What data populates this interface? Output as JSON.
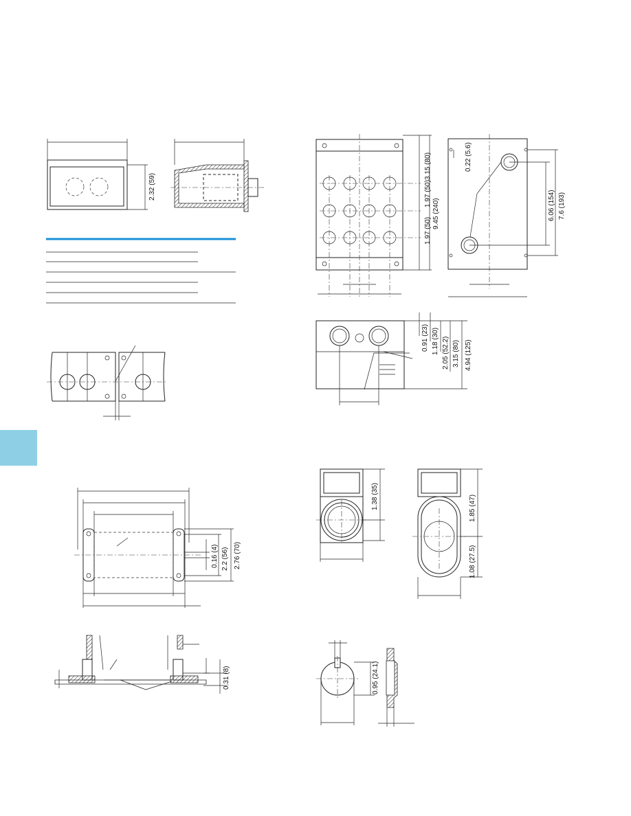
{
  "colors": {
    "rule": "#1a8fd6",
    "tab": "#8fcfe6",
    "ink": "#222222"
  },
  "figure_top_left": {
    "height_dim": "2.32 (59)"
  },
  "figure_enclosure_front": {
    "dims": [
      "3.15 (80)",
      "1.97 (50)",
      "1.97 (50)",
      "9.45 (240)"
    ]
  },
  "figure_enclosure_rear": {
    "dims": [
      "0.22 (5.6)",
      "6.06 (154)",
      "7.6 (193)"
    ]
  },
  "figure_enclosure_side": {
    "dims": [
      "0.91 (23)",
      "1.18 (30)",
      "2.05 (52.2)",
      "3.15 (80)",
      "4.94 (125)"
    ]
  },
  "figure_cutout": {
    "dims": [
      "0.16 (4)",
      "2.2 (56)",
      "2.76 (70)"
    ]
  },
  "figure_cutout_section": {
    "dims": [
      "0.31 (8)"
    ]
  },
  "figure_legend_small": {
    "dims": [
      "1.38 (35)"
    ]
  },
  "figure_legend_large": {
    "dims": [
      "1.85 (47)",
      "1.08 (27.5)"
    ]
  },
  "figure_bezel": {
    "dims": [
      "0.95 (24.1)"
    ]
  }
}
